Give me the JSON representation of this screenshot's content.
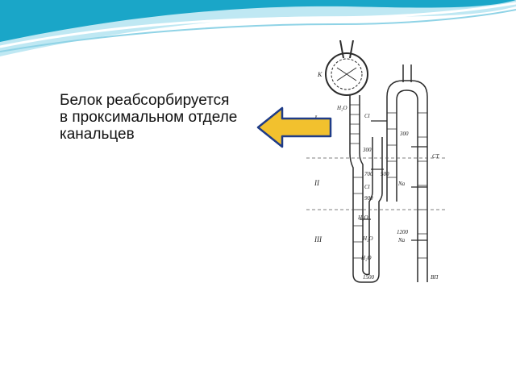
{
  "caption": {
    "line1": "Белок реабсорбируется",
    "line2": "в проксимальном отделе",
    "line3": "канальцев"
  },
  "colors": {
    "arrow_fill": "#f2c12e",
    "arrow_stroke": "#1f3c88",
    "wave_dark": "#1aa6c8",
    "wave_light": "#bfe8f3",
    "diagram_ink": "#2b2b2b"
  },
  "diagram": {
    "labels": {
      "zone1": "I",
      "zone2": "II",
      "zone3": "III",
      "osm_300_a": "300",
      "osm_300_b": "300",
      "osm_500": "500",
      "osm_700": "700",
      "osm_900": "900",
      "osm_1200": "1200",
      "osm_1500": "1500",
      "cl_a": "Cl",
      "cl_b": "Cl",
      "na_a": "Na",
      "na_b": "Na",
      "h2o_a": "H₂O",
      "h2o_b": "H₂O",
      "h2o_c": "H₂O",
      "h2o_d": "H₂O",
      "k": "K",
      "ct": "СТ",
      "bp": "ВП"
    }
  }
}
